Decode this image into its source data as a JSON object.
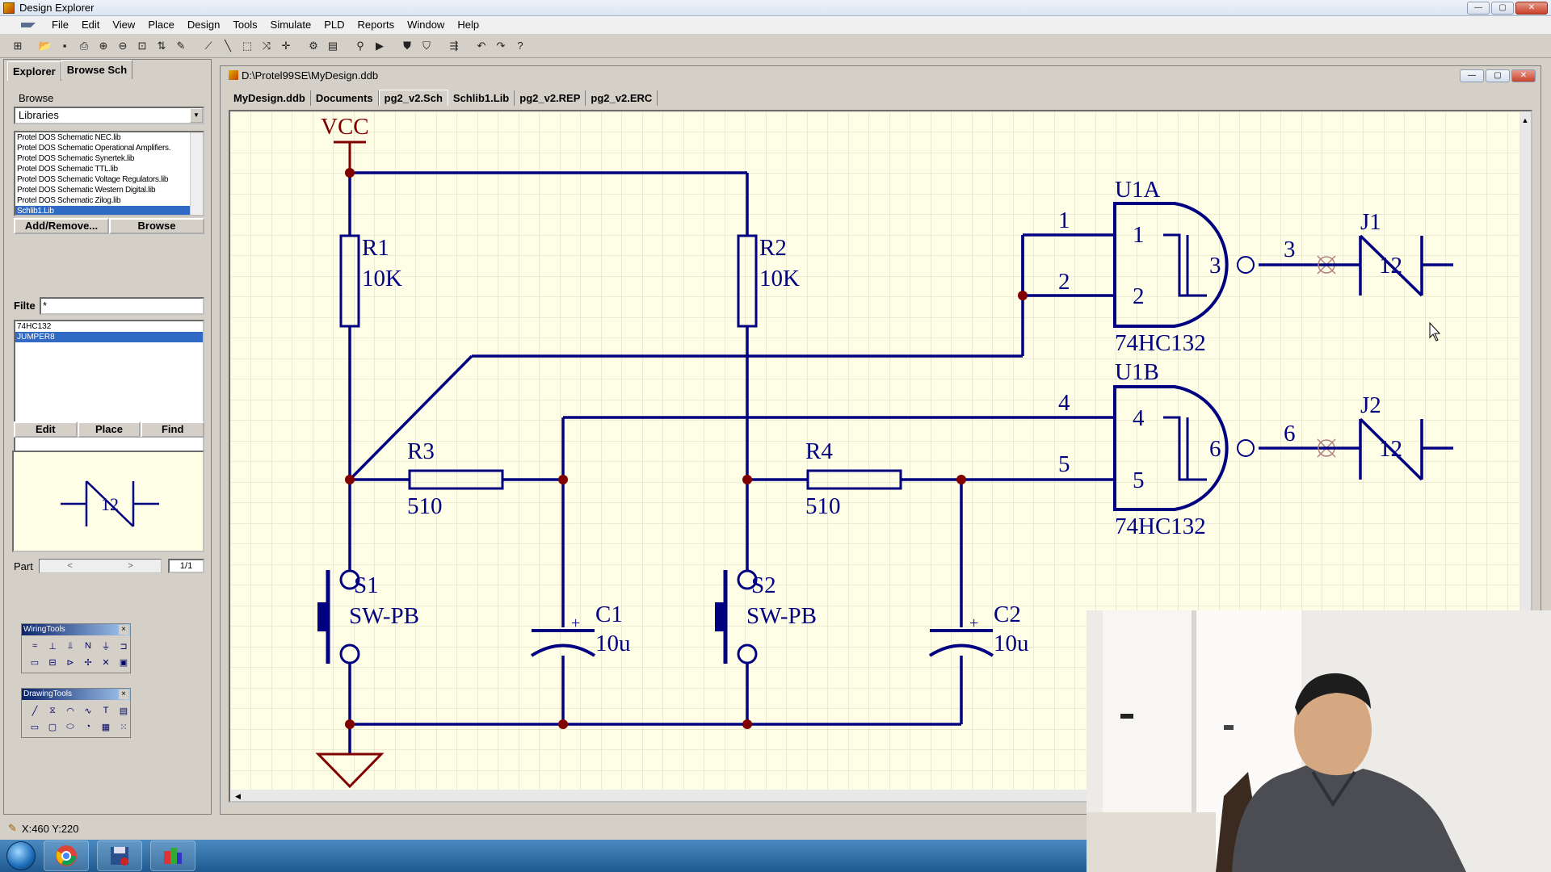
{
  "app": {
    "title": "Design Explorer",
    "window_controls": [
      "—",
      "▢",
      "✕"
    ]
  },
  "menu": [
    "File",
    "Edit",
    "View",
    "Place",
    "Design",
    "Tools",
    "Simulate",
    "PLD",
    "Reports",
    "Window",
    "Help"
  ],
  "left_panel": {
    "tabs": [
      "Explorer",
      "Browse Sch"
    ],
    "browse_label": "Browse",
    "browse_mode": "Libraries",
    "libraries": [
      "Protel DOS Schematic NEC.lib",
      "Protel DOS Schematic Operational Amplifiers.",
      "Protel DOS Schematic Synertek.lib",
      "Protel DOS Schematic TTL.lib",
      "Protel DOS Schematic Voltage Regulators.lib",
      "Protel DOS Schematic Western Digital.lib",
      "Protel DOS Schematic Zilog.lib",
      "Schlib1.Lib"
    ],
    "lib_buttons": [
      "Add/Remove...",
      "Browse"
    ],
    "filter_label": "Filte",
    "filter_value": "*",
    "components": [
      "74HC132",
      "JUMPER8"
    ],
    "comp_buttons": [
      "Edit",
      "Place",
      "Find"
    ],
    "preview_label": "12",
    "part_label": "Part",
    "part_nav_prev": "<",
    "part_nav_next": ">",
    "part_count": "1/1"
  },
  "palettes": {
    "wiring": {
      "title": "WiringTools",
      "close": "×"
    },
    "drawing": {
      "title": "DrawingTools",
      "close": "×"
    }
  },
  "document": {
    "path": "D:\\Protel99SE\\MyDesign.ddb",
    "tabs": [
      "MyDesign.ddb",
      "Documents",
      "pg2_v2.Sch",
      "Schlib1.Lib",
      "pg2_v2.REP",
      "pg2_v2.ERC"
    ],
    "active_tab": "pg2_v2.Sch"
  },
  "schematic": {
    "power_label": "VCC",
    "components": {
      "R1": {
        "ref": "R1",
        "value": "10K"
      },
      "R2": {
        "ref": "R2",
        "value": "10K"
      },
      "R3": {
        "ref": "R3",
        "value": "510"
      },
      "R4": {
        "ref": "R4",
        "value": "510"
      },
      "S1": {
        "ref": "S1",
        "value": "SW-PB"
      },
      "S2": {
        "ref": "S2",
        "value": "SW-PB"
      },
      "C1": {
        "ref": "C1",
        "value": "10u",
        "polarity": "+"
      },
      "C2": {
        "ref": "C2",
        "value": "10u",
        "polarity": "+"
      },
      "U1A": {
        "ref": "U1A",
        "part": "74HC132",
        "pin_in1": "1",
        "pin_in2": "2",
        "pin_out": "3"
      },
      "U1B": {
        "ref": "U1B",
        "part": "74HC132",
        "pin_in1": "4",
        "pin_in2": "5",
        "pin_out": "6"
      },
      "J1": {
        "ref": "J1",
        "body": "12"
      },
      "J2": {
        "ref": "J2",
        "body": "12"
      }
    },
    "net_numbers": {
      "n1": "1",
      "n2": "2",
      "n3": "3",
      "n4": "4",
      "n5": "5",
      "n6": "6"
    },
    "colors": {
      "wire": "#000080",
      "junction": "#800000",
      "power": "#800000",
      "text": "#000080",
      "sheet": "#fefde6",
      "grid": "#d8d6c0"
    }
  },
  "status": {
    "coords": "X:460 Y:220"
  }
}
